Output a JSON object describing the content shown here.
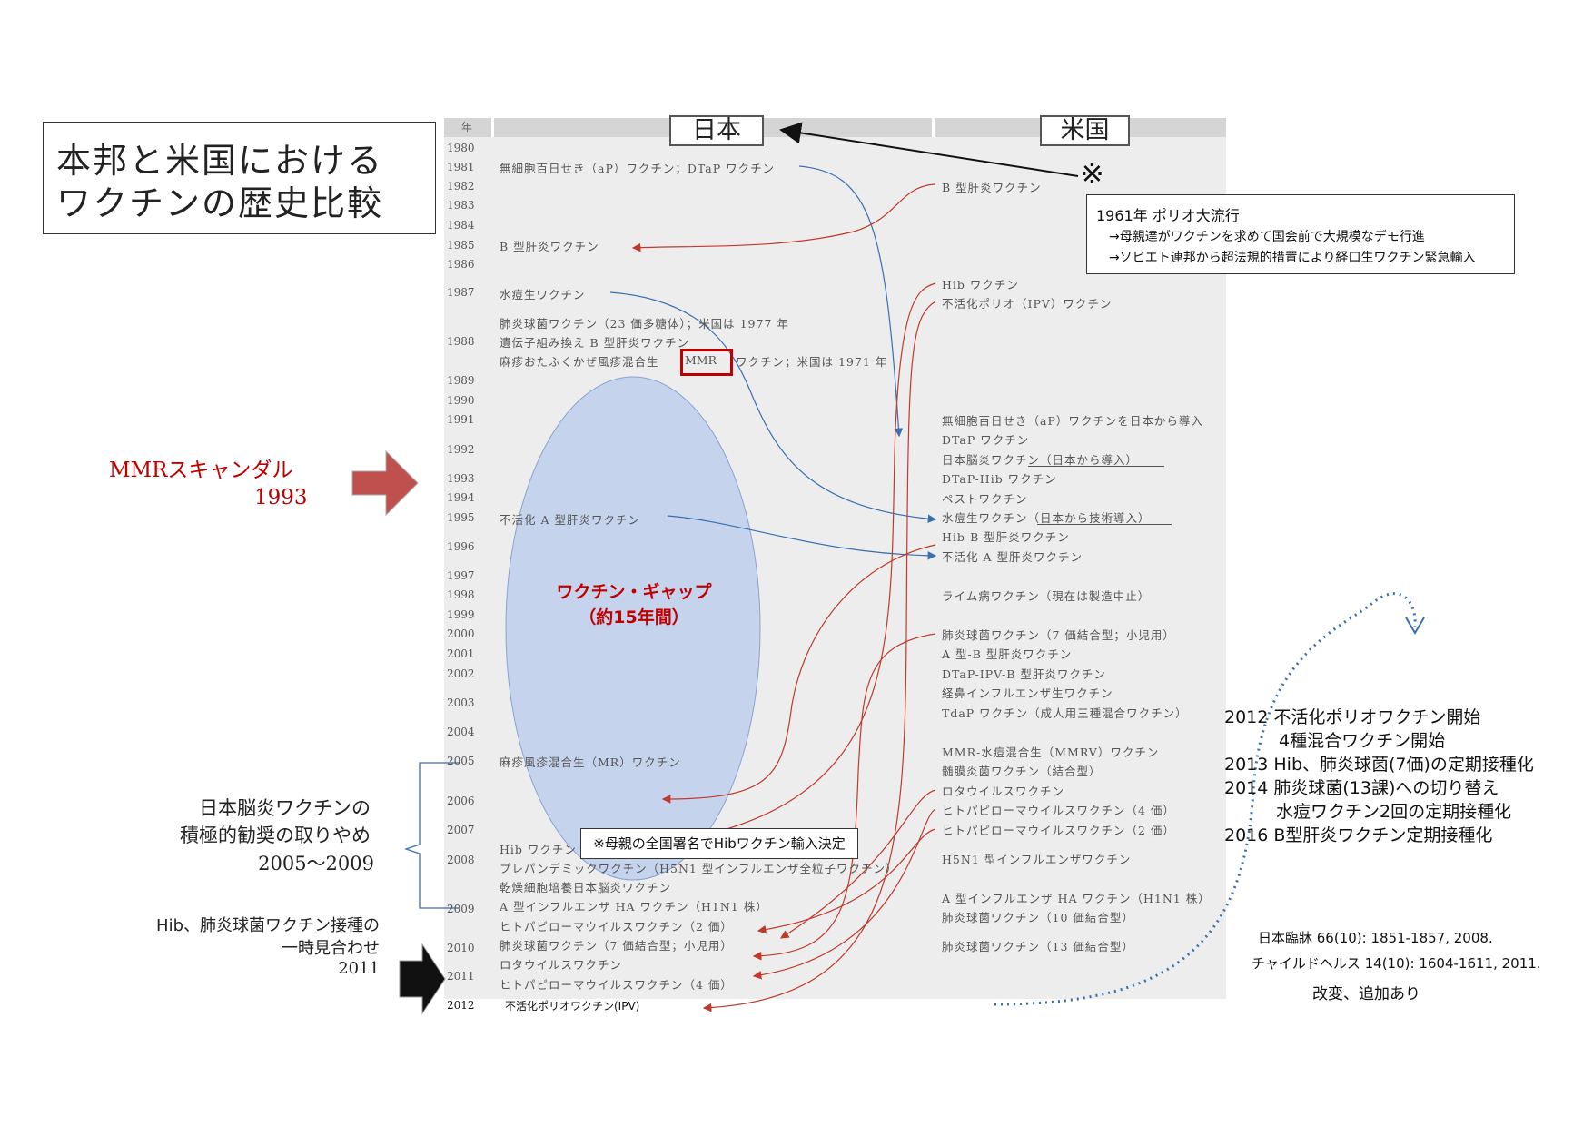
{
  "title": {
    "line1": "本邦と米国における",
    "line2": "ワクチンの歴史比較"
  },
  "columns": {
    "year": "年",
    "japan": "日本",
    "us": "米国"
  },
  "note": {
    "mark": "※",
    "line1": "1961年 ポリオ大流行",
    "line2": "→母親達がワクチンを求めて国会前で大規模なデモ行進",
    "line3": "→ソビエト連邦から超法規的措置により経口生ワクチン緊急輸入"
  },
  "years": [
    "1980",
    "1981",
    "1982",
    "1983",
    "1984",
    "1985",
    "1986",
    "1987",
    "1988",
    "1989",
    "1990",
    "1991",
    "1992",
    "1993",
    "1994",
    "1995",
    "1996",
    "1997",
    "1998",
    "1999",
    "2000",
    "2001",
    "2002",
    "2003",
    "2004",
    "2005",
    "2006",
    "2007",
    "2008",
    "2009",
    "2010",
    "2011",
    "2012"
  ],
  "japan_items": [
    "無細胞百日せき（aP）ワクチン；DTaP ワクチン",
    "B 型肝炎ワクチン",
    "水痘生ワクチン",
    "肺炎球菌ワクチン（23 価多糖体）；米国は 1977 年",
    "遺伝子組み換え B 型肝炎ワクチン",
    "麻疹おたふくかぜ風疹混合生",
    "MMR",
    "ワクチン；米国は 1971 年",
    "不活化 A 型肝炎ワクチン",
    "麻疹風疹混合生（MR）ワクチン",
    "Hib ワクチン",
    "プレパンデミックワクチン（H5N1 型インフルエンザ全粒子ワクチン）",
    "乾燥細胞培養日本脳炎ワクチン",
    "A 型インフルエンザ HA ワクチン（H1N1 株）",
    "ヒトパピローマウイルスワクチン（2 価）",
    "肺炎球菌ワクチン（7 価結合型；小児用）",
    "ロタウイルスワクチン",
    "ヒトパピローマウイルスワクチン（4 価）",
    "不活化ポリオワクチン(IPV)"
  ],
  "us_items": [
    "B 型肝炎ワクチン",
    "Hib ワクチン",
    "不活化ポリオ（IPV）ワクチン",
    "無細胞百日せき（aP）ワクチンを日本から導入",
    "DTaP ワクチン",
    "日本脳炎ワクチン（日本から導入）",
    "DTaP-Hib ワクチン",
    "ペストワクチン",
    "水痘生ワクチン（日本から技術導入）",
    "Hib-B 型肝炎ワクチン",
    "不活化 A 型肝炎ワクチン",
    "ライム病ワクチン（現在は製造中止）",
    "肺炎球菌ワクチン（7 価結合型；小児用）",
    "A 型-B 型肝炎ワクチン",
    "DTaP-IPV-B 型肝炎ワクチン",
    "経鼻インフルエンザ生ワクチン",
    "TdaP ワクチン（成人用三種混合ワクチン）",
    "MMR-水痘混合生（MMRV）ワクチン",
    "髄膜炎菌ワクチン（結合型）",
    "ロタウイルスワクチン",
    "ヒトパピローマウイルスワクチン（4 価）",
    "ヒトパピローマウイルスワクチン（2 価）",
    "H5N1 型インフルエンザワクチン",
    "A 型インフルエンザ HA ワクチン（H1N1 株）",
    "肺炎球菌ワクチン（10 価結合型）",
    "肺炎球菌ワクチン（13 価結合型）"
  ],
  "gap": {
    "line1": "ワクチン・ギャップ",
    "line2": "（約15年間）"
  },
  "mmr_scandal": {
    "line1": "MMRスキャンダル",
    "line2": "1993"
  },
  "je_vaccine": {
    "line1": "日本脳炎ワクチンの",
    "line2": "積極的勧奨の取りやめ",
    "line3": "2005～2009"
  },
  "hib_pause": {
    "line1": "Hib、肺炎球菌ワクチン接種の",
    "line2": "一時見合わせ",
    "line3": "2011"
  },
  "hib_note": "※母親の全国署名でHibワクチン輸入決定",
  "recent": [
    "2012 不活化ポリオワクチン開始",
    "4種混合ワクチン開始",
    "2013 Hib、肺炎球菌(7価)の定期接種化",
    "2014 肺炎球菌(13課)への切り替え",
    "水痘ワクチン2回の定期接種化",
    "2016 B型肝炎ワクチン定期接種化"
  ],
  "references": [
    "日本臨牀 66(10): 1851-1857, 2008.",
    "チャイルドヘルス 14(10): 1604-1611, 2011.",
    "改変、追加あり"
  ],
  "colors": {
    "blue_arrow": "#3a6fb0",
    "red_arrow": "#c0392b",
    "red_text": "#c00000",
    "gap_fill": "#c5d3ec"
  }
}
